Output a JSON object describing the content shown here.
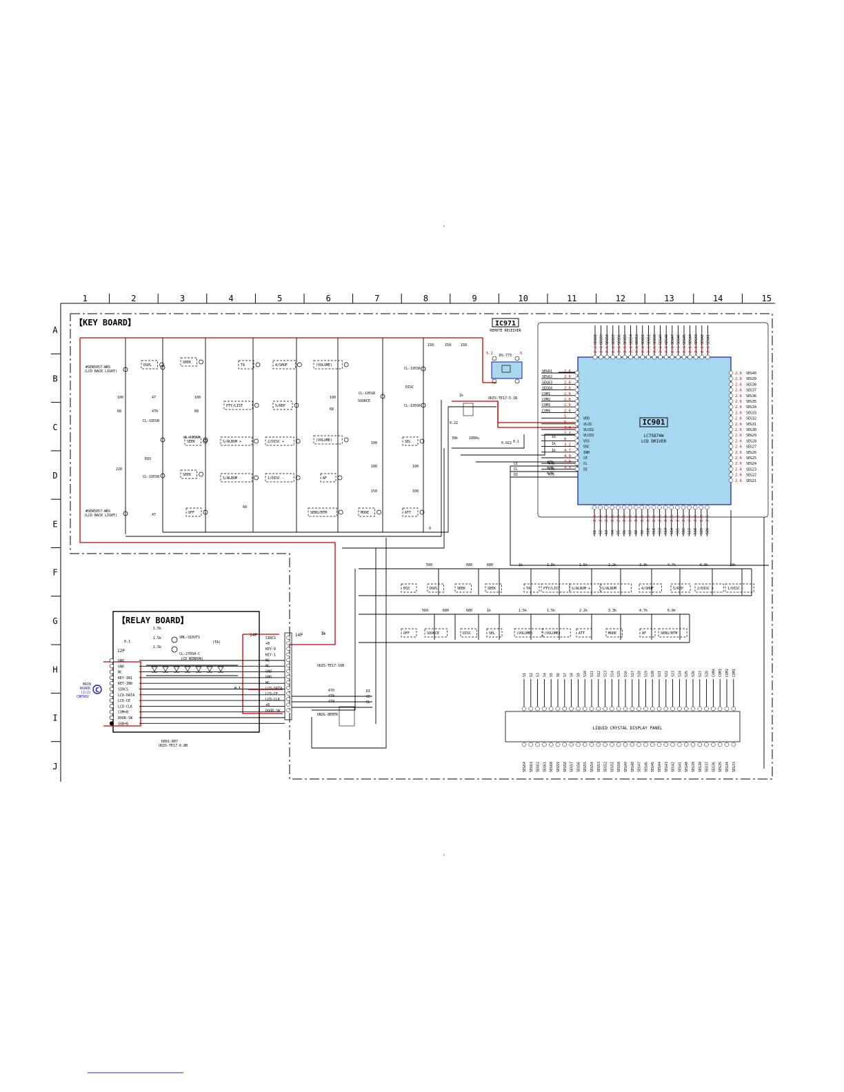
{
  "grid": {
    "columns": [
      "1",
      "2",
      "3",
      "4",
      "5",
      "6",
      "7",
      "8",
      "9",
      "10",
      "11",
      "12",
      "13",
      "14",
      "15"
    ],
    "rows": [
      "A",
      "B",
      "C",
      "D",
      "E",
      "F",
      "G",
      "H",
      "I",
      "J"
    ]
  },
  "boards": {
    "key_board": "【KEY BOARD】",
    "relay_board": "【RELAY BOARD】"
  },
  "ic971": {
    "ref": "IC971",
    "name": "REMOTE RECEIVER",
    "part": "RS-773",
    "v_left": "5.1",
    "v_right": "5"
  },
  "ic901": {
    "ref": "IC901",
    "part": "LC75874W",
    "name": "LCD DRIVER",
    "left_pins": [
      "SEG61",
      "SEG62",
      "SEG63",
      "SEG64",
      "COM1",
      "COM2",
      "COM3",
      "COM4",
      "VDD",
      "VLCD",
      "VLCD2",
      "VLCD3",
      "VSS",
      "OSC",
      "INH",
      "CE",
      "CL",
      "DI"
    ],
    "left_volts": [
      "2.6",
      "2.6",
      "2.6",
      "2.6",
      "2.6",
      "2.6",
      "2.6",
      "2.6",
      "5",
      "5",
      "3.4",
      "1.7",
      "0",
      "3.2",
      "4.7",
      "4.9",
      "4.9",
      "4.9"
    ],
    "right_pins": [
      "SEG40",
      "SEG39",
      "SEG38",
      "SEG37",
      "SEG36",
      "SEG35",
      "SEG34",
      "SEG33",
      "SEG32",
      "SEG31",
      "SEG30",
      "SEG29",
      "SEG28",
      "SEG27",
      "SEG26",
      "SEG25",
      "SEG24",
      "SEG23",
      "SEG22",
      "SEG21"
    ],
    "right_volt": "2.6",
    "top_pins": [
      "SEG60",
      "SEG59",
      "SEG58",
      "SEG57",
      "SEG56",
      "SEG55",
      "SEG54",
      "SEG53",
      "SEG52",
      "SEG51",
      "SEG50",
      "SEG49",
      "SEG48",
      "SEG47",
      "SEG46",
      "SEG45",
      "SEG44",
      "SEG43",
      "SEG42",
      "SEG41"
    ],
    "bottom_pins": [
      "S1",
      "S2",
      "S3",
      "S4",
      "S5",
      "S6",
      "S7",
      "S8",
      "S9",
      "S10",
      "S11",
      "S12",
      "S13",
      "S14",
      "S15",
      "S16",
      "S17",
      "S18",
      "S19",
      "S20"
    ]
  },
  "key_board_labels": {
    "led_top": "#SEW5057-WRS",
    "led_top2": "(LCD BACK LIGHT)",
    "led_bot": "#SEW5057-WRS",
    "led_bot2": "(LCD BACK LIGHT)",
    "cl_a": "CL-195SR",
    "cl_b": "CL-195SR",
    "cl_c": "CL-195SR",
    "cl_d": "CL-195SR",
    "cl_e": "CL-195SR",
    "cl_f": "CL-195SR",
    "zener": "UDZS-TE17-5.1B",
    "eq3": "EQ3",
    "disc_led": "DISC",
    "source_led": "SOURCE"
  },
  "keys": [
    "DSPL",
    "SEEK",
    "TA",
    "4/SHUF",
    "(VOLUME)",
    "PTY/LIST",
    "5/REP",
    "SEEK",
    "S/ALBUM +",
    "2/DISC +",
    "(VOLUME)",
    "SEL",
    "SEEK",
    "S/ALBUM -",
    "1/DISC -",
    "AF",
    "OFF",
    "SENS/BTM",
    "MODE",
    "ATT"
  ],
  "resistors": [
    "100",
    "68",
    "220",
    "47",
    "470",
    "47",
    "100",
    "68",
    "100",
    "68",
    "100",
    "100",
    "150",
    "330",
    "0",
    "100",
    "68",
    "150",
    "150",
    "150",
    "1k",
    "0.22",
    "39k",
    "1000u",
    "0.022",
    "0.1",
    "1k",
    "1k",
    "1k",
    "470",
    "470",
    "470",
    "1k",
    "0.1"
  ],
  "matrix1": {
    "resistors": [
      "560",
      "680",
      "680",
      "1k",
      "1.5k",
      "1.5k",
      "2.2k",
      "3.3k",
      "4.7k",
      "6.8k",
      "10k"
    ],
    "keys": [
      "EQ3",
      "DSPL",
      "SEEK",
      "SEEK",
      "TA",
      "PTY/LIST",
      "S/ALBUM +",
      "S/ALBUM -",
      "4/SHUF",
      "5/REP",
      "2/DISC +",
      "1/DISC -"
    ]
  },
  "matrix2": {
    "resistors": [
      "560",
      "680",
      "680",
      "1k",
      "1.5k",
      "1.5k",
      "2.2k",
      "3.3k",
      "4.7k",
      "6.8k"
    ],
    "keys": [
      "OFF",
      "SOURCE",
      "DISC",
      "SEL",
      "(VOLUME)",
      "(VOLUME)",
      "ATT",
      "MODE",
      "AF",
      "SENS/BTM"
    ]
  },
  "relay_connector": {
    "ref": "12P",
    "pins": [
      "GND",
      "GND",
      "NC",
      "KEY-IN1",
      "KEY-IN0",
      "SIRCS",
      "LCD-DATA",
      "LCD-CE",
      "LCD-CLK",
      "COM+B",
      "DOOR-SW",
      "SUB+B"
    ],
    "parts": [
      "1.5k",
      "1.5k",
      "1.5k",
      "0.1",
      "SML-310VT1",
      "(TA)",
      "CL-270SH-C",
      "(CD WINDOW)",
      "D801-807",
      "UDZS-TE17-6.8B",
      "0.1"
    ]
  },
  "mid_connector": {
    "ref": "14P",
    "pins": [
      "SIRCS",
      "+B",
      "KEY-0",
      "KEY-1",
      "NC",
      "NC",
      "GND",
      "GND",
      "NC",
      "LCD-DATA",
      "LCD-CE",
      "LCD-CLK",
      "+B",
      "DOOR-SW"
    ],
    "ref2": "14P",
    "parts": [
      "1k",
      "UDZS-TE17-16B",
      "470",
      "470",
      "470",
      "UN2G.8ENTR",
      "DI",
      "CE",
      "CL"
    ]
  },
  "main_board": {
    "line1": "MAIN",
    "line2": "BOARD",
    "line3": "(2/2)",
    "line4": "CNP802",
    "marker": "C"
  },
  "lcd_panel": {
    "label": "LIQUID CRYSTAL DISPLAY PANEL",
    "top_pins": [
      "S1",
      "S2",
      "S3",
      "S4",
      "S5",
      "S6",
      "S7",
      "S8",
      "S9",
      "S10",
      "S11",
      "S12",
      "S13",
      "S14",
      "S15",
      "S16",
      "S17",
      "S18",
      "S19",
      "S20",
      "S21",
      "S22",
      "S23",
      "S24",
      "S25",
      "S26",
      "S27",
      "S28",
      "COM4",
      "COM3",
      "COM2",
      "COM1"
    ],
    "bottom_pins": [
      "SEG64",
      "SEG63",
      "SEG62",
      "SEG61",
      "SEG60",
      "SEG59",
      "SEG58",
      "SEG57",
      "SEG56",
      "SEG55",
      "SEG54",
      "SEG53",
      "SEG52",
      "SEG51",
      "SEG50",
      "SEG49",
      "SEG48",
      "SEG47",
      "SEG46",
      "SEG45",
      "SEG44",
      "SEG43",
      "SEG42",
      "SEG41",
      "SEG40",
      "SEG39",
      "SEG38",
      "SEG37",
      "SEG36",
      "SEG35",
      "SEG34",
      "SEG33"
    ]
  },
  "signals": [
    "CE",
    "CL",
    "DI",
    "470",
    "470",
    "470"
  ],
  "colors": {
    "power_trace": "#c00000",
    "ic_fill": "#a8d8f0",
    "ic_border": "#1a1aa0",
    "marker": "#1a1ab0"
  }
}
